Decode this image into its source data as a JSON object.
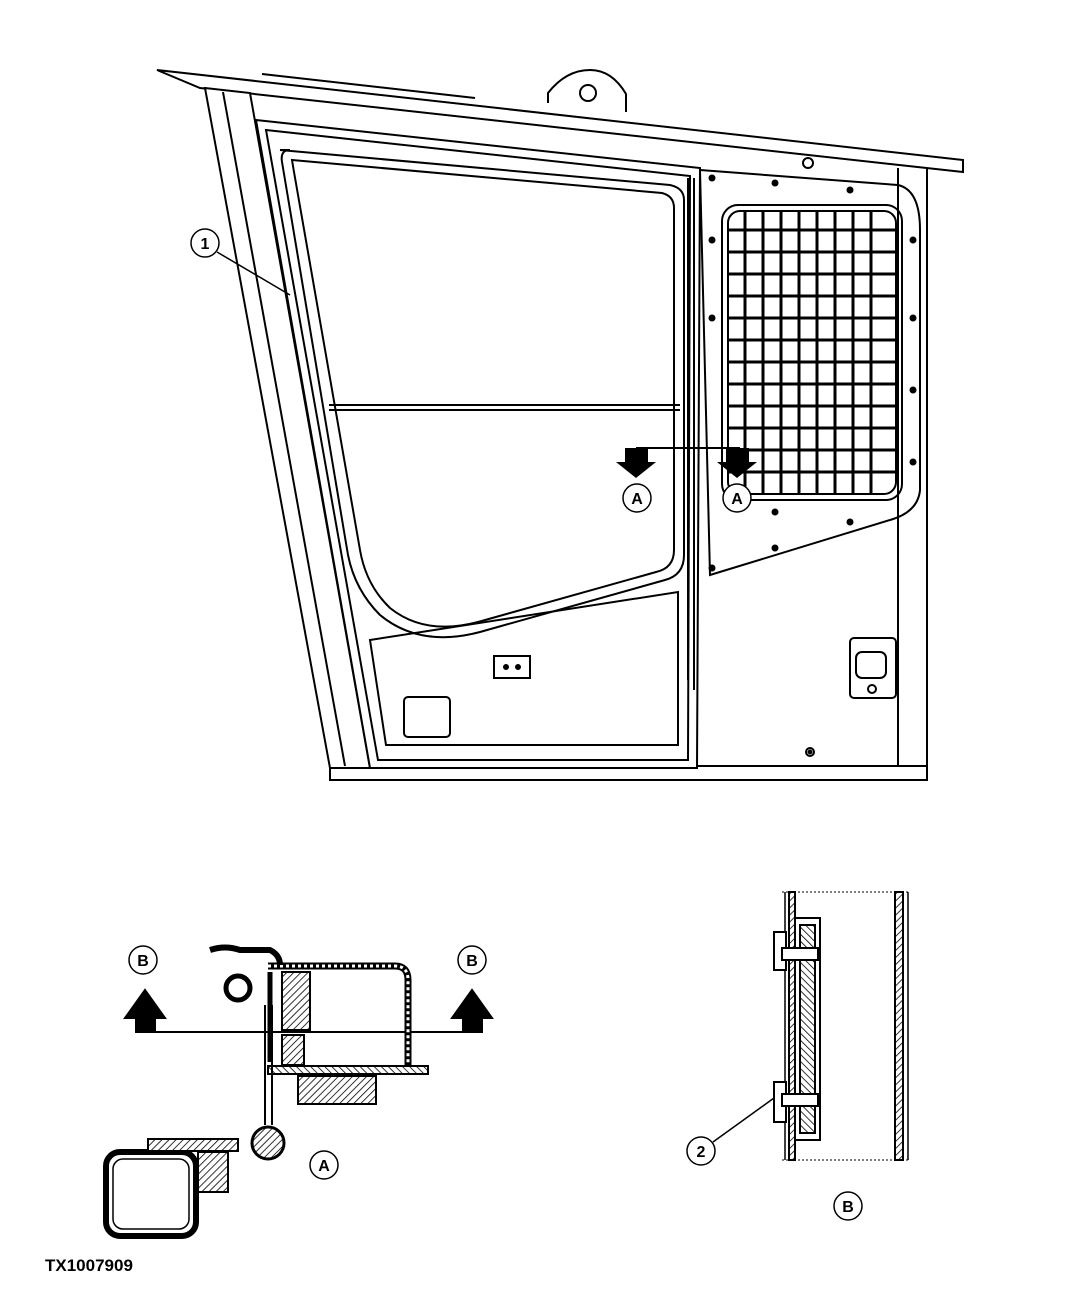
{
  "figure_id": "TX1007909",
  "callouts": {
    "item1": "1",
    "item2": "2",
    "section_a_left": "A",
    "section_a_right": "A",
    "section_b_left": "B",
    "section_b_right": "B",
    "view_a": "A",
    "view_b": "B"
  }
}
